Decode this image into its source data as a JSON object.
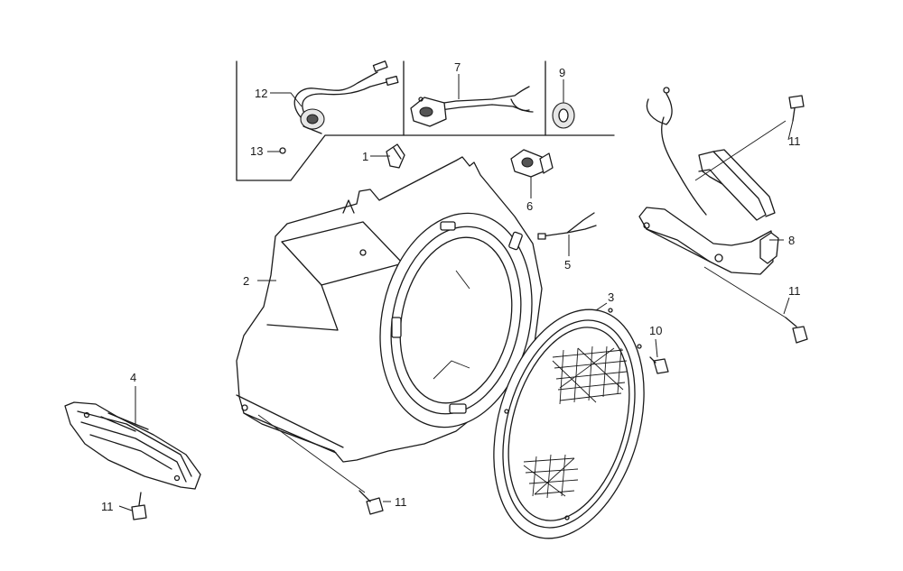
{
  "callouts": [
    {
      "id": "c12",
      "text": "12"
    },
    {
      "id": "c13",
      "text": "13"
    },
    {
      "id": "c7",
      "text": "7"
    },
    {
      "id": "c9",
      "text": "9"
    },
    {
      "id": "c1",
      "text": "1"
    },
    {
      "id": "c6",
      "text": "6"
    },
    {
      "id": "c5",
      "text": "5"
    },
    {
      "id": "c2",
      "text": "2"
    },
    {
      "id": "c3",
      "text": "3"
    },
    {
      "id": "c4",
      "text": "4"
    },
    {
      "id": "c10",
      "text": "10"
    },
    {
      "id": "c8",
      "text": "8"
    },
    {
      "id": "c11a",
      "text": "11"
    },
    {
      "id": "c11b",
      "text": "11"
    },
    {
      "id": "c11c",
      "text": "11"
    },
    {
      "id": "c11d",
      "text": "11"
    }
  ]
}
